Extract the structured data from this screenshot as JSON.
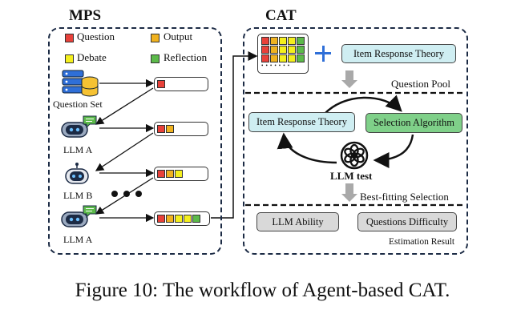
{
  "mps": {
    "title": "MPS",
    "legend": {
      "question": "Question",
      "output": "Output",
      "debate": "Debate",
      "reflection": "Reflection"
    },
    "question_set_label": "Question Set",
    "agents": [
      "LLM A",
      "LLM B",
      "LLM A"
    ]
  },
  "cat": {
    "title": "CAT",
    "irt_top": "Item Response Theory",
    "question_pool": "Question Pool",
    "irt_loop": "Item Response Theory",
    "selection_algorithm": "Selection Algorithm",
    "llm_test": "LLM test",
    "best_fitting": "Best-fitting Selection",
    "llm_ability": "LLM Ability",
    "questions_difficulty": "Questions Difficulty",
    "estimation_result": "Estimation Result"
  },
  "caption": "Figure 10: The workflow of Agent-based CAT.",
  "colors": {
    "question": "#e8413a",
    "output": "#f0b21f",
    "debate": "#f4ef1d",
    "reflection": "#5cba4a",
    "panel_border": "#1c2b45",
    "teal_fill": "#cfeef2",
    "green_fill": "#7fd089",
    "gray_fill": "#d9d9d9",
    "blue": "#2f6fd8"
  }
}
